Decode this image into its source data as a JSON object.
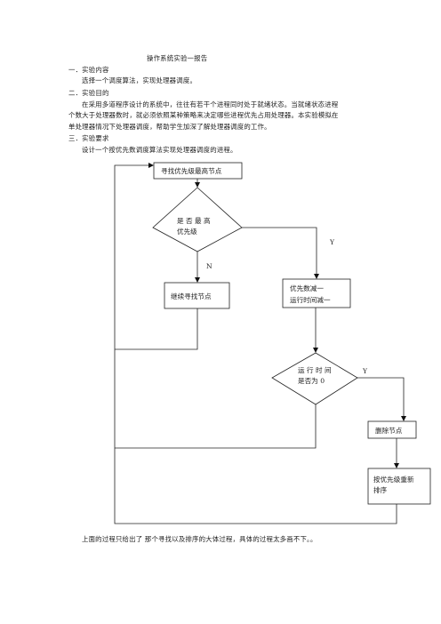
{
  "doc": {
    "title": "操作系统实验一报告",
    "s1_heading": "一．实验内容",
    "s1_body": "选择一个调度算法，实现处理器调度。",
    "s2_heading": "二．实验目的",
    "s2_body_lines": [
      "在采用多道程序设计的系统中，往往有若干个进程同时处于就绪状态。当就绪状态进程",
      "个数大于处理器数时，就必须依照某种策略来决定哪些进程优先占用处理器。本实验模拟在",
      "单处理器情况下处理器调度，帮助学生加深了解处理器调度的工作。"
    ],
    "s3_heading": "三．实验要求",
    "s3_body": "设计一个按优先数调度算法实现处理器调度的进程。",
    "footer": "上面的过程只给出了 那个寻找以及排序的大体过程，具体的过程太多画不下。。"
  },
  "flowchart": {
    "find_highest": "寻找优先级最高节点",
    "decision1_line1": "是 否 最 高",
    "decision1_line2": "优先级",
    "label_y1": "Y",
    "label_n": "N",
    "continue_find": "继续寻找节点",
    "priority_dec_line1": "优先数减一",
    "priority_dec_line2": "运行时间减一",
    "decision2_line1": "运 行 时 间",
    "decision2_line2": "是否为 0",
    "label_y2": "Y",
    "delete_node": "删除节点",
    "resort_line1": "按优先级重新",
    "resort_line2": "排序"
  }
}
